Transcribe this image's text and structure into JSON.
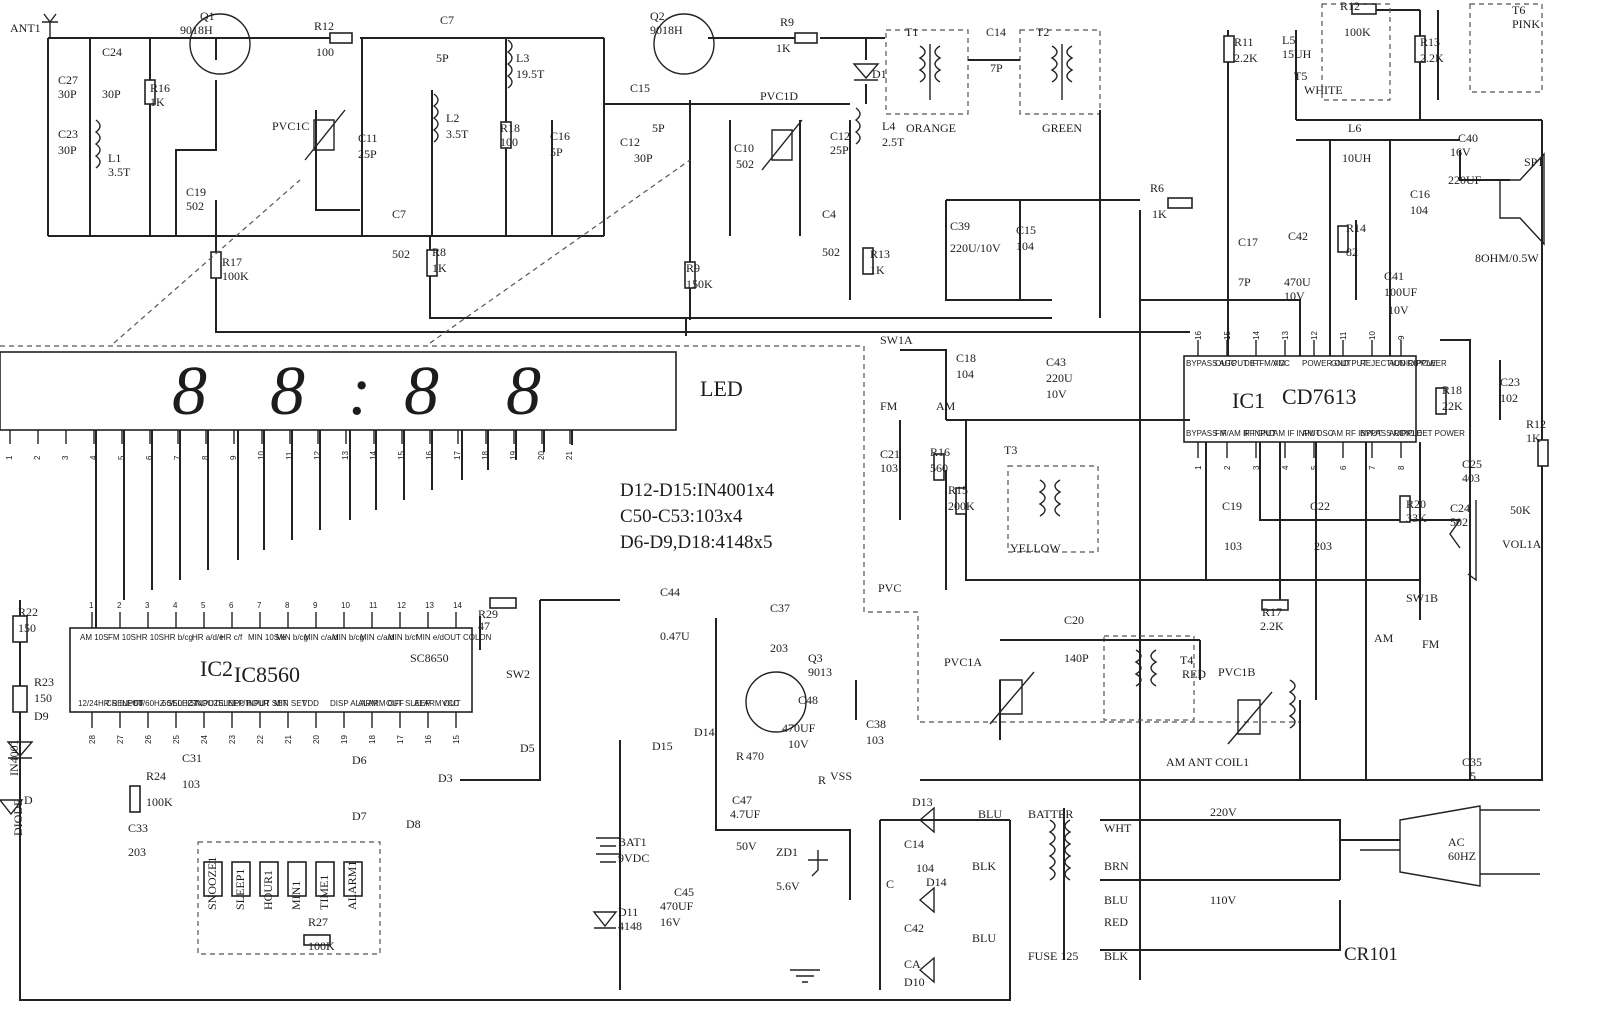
{
  "title": "",
  "notes": [
    "D12-D15:IN4001x4",
    "C50-C53:103x4",
    "D6-D9,D18:4148x5"
  ],
  "display": {
    "label": "LED",
    "digits": [
      "8",
      "8",
      ":",
      "8",
      "8"
    ],
    "pins": [
      "1",
      "2",
      "3",
      "4",
      "5",
      "6",
      "7",
      "8",
      "9",
      "10",
      "11",
      "12",
      "13",
      "14",
      "15",
      "16",
      "17",
      "18",
      "19",
      "20",
      "21"
    ]
  },
  "ic1": {
    "ref": "IC1",
    "part": "CD7613",
    "top_pins": [
      {
        "num": "16",
        "name": "BYPASS AGC"
      },
      {
        "num": "15",
        "name": "OUTPUT IF FM/AM"
      },
      {
        "num": "14",
        "name": "DET"
      },
      {
        "num": "13",
        "name": "VCC"
      },
      {
        "num": "12",
        "name": "POWER OUTPUT"
      },
      {
        "num": "11",
        "name": "GND"
      },
      {
        "num": "10",
        "name": "REJECTION RIPPLE"
      },
      {
        "num": "9",
        "name": "AUDIO POWER"
      }
    ],
    "bottom_pins": [
      {
        "num": "1",
        "name": "BYPASS IF"
      },
      {
        "num": "2",
        "name": "FM/AM IF INPUT"
      },
      {
        "num": "3",
        "name": "RF GND"
      },
      {
        "num": "4",
        "name": "AM IF INPUT"
      },
      {
        "num": "5",
        "name": "AM OSC"
      },
      {
        "num": "6",
        "name": "AM RF INPUT"
      },
      {
        "num": "7",
        "name": "BYPASS RIPPLE"
      },
      {
        "num": "8",
        "name": "AUDIO DET POWER"
      }
    ]
  },
  "ic2": {
    "ref": "IC2",
    "part": "IC8560",
    "alt_part": "SC8650",
    "top_pins": [
      {
        "num": "1",
        "name": "AM 10S"
      },
      {
        "num": "2",
        "name": "FM 10S"
      },
      {
        "num": "3",
        "name": "HR 10S"
      },
      {
        "num": "4",
        "name": "HR b/cg"
      },
      {
        "num": "5",
        "name": "HR a/d/e"
      },
      {
        "num": "6",
        "name": "HR c/f"
      },
      {
        "num": "7",
        "name": "MIN 10S/e"
      },
      {
        "num": "8",
        "name": "MIN b/cg"
      },
      {
        "num": "9",
        "name": "MIN c/a/d"
      },
      {
        "num": "10",
        "name": "MIN b/cg"
      },
      {
        "num": "11",
        "name": "MIN c/a/d"
      },
      {
        "num": "12",
        "name": "MIN b/cf"
      },
      {
        "num": "13",
        "name": "MIN e/d"
      },
      {
        "num": "14",
        "name": "OUT COLON"
      }
    ],
    "bottom_pins": [
      {
        "num": "28",
        "name": "12/24HR SELECT"
      },
      {
        "num": "27",
        "name": "CR INPUT"
      },
      {
        "num": "26",
        "name": "50/60HZ SELECT"
      },
      {
        "num": "25",
        "name": "60/50HZ INPUT"
      },
      {
        "num": "24",
        "name": "SNOOZE INPUT"
      },
      {
        "num": "23",
        "name": "SLEEP INPUT"
      },
      {
        "num": "22",
        "name": "HOUR SET"
      },
      {
        "num": "21",
        "name": "MIN SET"
      },
      {
        "num": "20",
        "name": "VDD"
      },
      {
        "num": "19",
        "name": "DISP ALARM"
      },
      {
        "num": "18",
        "name": "ALARM OFF"
      },
      {
        "num": "17",
        "name": "OUT SLEEP"
      },
      {
        "num": "16",
        "name": "ALARM OUT"
      },
      {
        "num": "15",
        "name": "VCC"
      }
    ]
  },
  "buttons": [
    "SNOOZE1",
    "SLEEP1",
    "HOUR1",
    "MIN1",
    "TIME1",
    "ALARM1"
  ],
  "labels": [
    "ANT1",
    "Q1",
    "9018H",
    "C27",
    "30P",
    "C24",
    "30P",
    "C23",
    "30P",
    "L1",
    "3.5T",
    "R16",
    "1K",
    "C19",
    "502",
    "R17",
    "100K",
    "R12",
    "100",
    "PVC1C",
    "C11",
    "25P",
    "L2",
    "3.5T",
    "C7",
    "502",
    "R8",
    "1K",
    "C7",
    "5P",
    "L3",
    "19.5T",
    "R18",
    "100",
    "C16",
    "5P",
    "Q2",
    "9018H",
    "C15",
    "5P",
    "C12",
    "30P",
    "PVC1D",
    "C10",
    "502",
    "C12",
    "25P",
    "L4",
    "2.5T",
    "C4",
    "502",
    "R13",
    "1K",
    "R9",
    "150K",
    "R9",
    "1K",
    "D1",
    "T1",
    "ORANGE",
    "C14",
    "7P",
    "T2",
    "GREEN",
    "C39",
    "220U/10V",
    "C15",
    "104",
    "R6",
    "1K",
    "R11",
    "2.2K",
    "L5",
    "15UH",
    "T5",
    "WHITE",
    "R12",
    "100K",
    "R13",
    "2.2K",
    "T6",
    "PINK",
    "L6",
    "10UH",
    "C40",
    "16V",
    "220UF",
    "SP1",
    "8OHM/0.5W",
    "C16",
    "104",
    "C17",
    "7P",
    "C42",
    "470U",
    "10V",
    "R14",
    "82",
    "C41",
    "100UF",
    "10V",
    "SW1A",
    "FM",
    "AM",
    "C18",
    "104",
    "C43",
    "220U",
    "10V",
    "R18",
    "22K",
    "C23",
    "102",
    "R12",
    "1K",
    "C21",
    "103",
    "R16",
    "560",
    "T3",
    "R15",
    "200K",
    "YELLOW",
    "C19",
    "103",
    "C22",
    "203",
    "R20",
    "33K",
    "C24",
    "502",
    "C25",
    "403",
    "50K",
    "VOL1A",
    "PVC",
    "R17",
    "2.2K",
    "SW1B",
    "AM",
    "FM",
    "C20",
    "140P",
    "T4",
    "RED",
    "PVC1A",
    "PVC1B",
    "AM ANT COIL1",
    "C35",
    "5",
    "R29",
    "47",
    "C44",
    "0.47U",
    "SW2",
    "C37",
    "203",
    "Q3",
    "9013",
    "C48",
    "470UF",
    "10V",
    "C38",
    "103",
    "D14",
    "D15",
    "D5",
    "D6",
    "D3",
    "D7",
    "D8",
    "R",
    "470",
    "R",
    "C47",
    "4.7UF",
    "50V",
    "BAT1",
    "9VDC",
    "C45",
    "470UF",
    "16V",
    "D11",
    "4148",
    "ZD1",
    "5.6V",
    "C",
    "D13",
    "C14",
    "104",
    "D14",
    "C42",
    "CA",
    "D10",
    "BLU",
    "BLK",
    "BLU",
    "BATTER",
    "FUSE 125",
    "WHT",
    "BRN",
    "BLU",
    "RED",
    "BLK",
    "220V",
    "110V",
    "AC",
    "60HZ",
    "CR101",
    "R22",
    "150",
    "R23",
    "150",
    "D9",
    "IN4001",
    "DIODE",
    "D",
    "R24",
    "100K",
    "C33",
    "203",
    "C31",
    "103",
    "R27",
    "100K",
    "VSS"
  ]
}
